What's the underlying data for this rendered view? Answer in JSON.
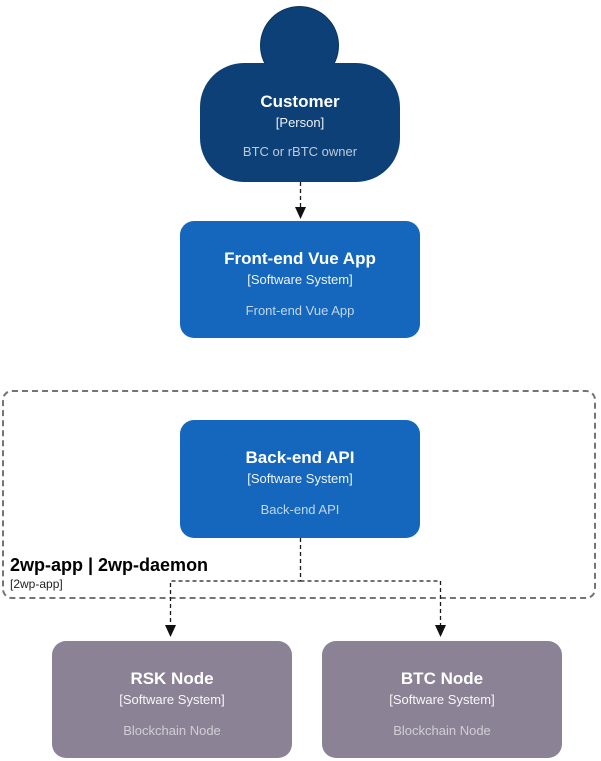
{
  "nodes": {
    "customer": {
      "title": "Customer",
      "meta": "[Person]",
      "description": "BTC or rBTC owner"
    },
    "frontend": {
      "title": "Front-end Vue App",
      "meta": "[Software System]",
      "description": "Front-end Vue App"
    },
    "backend": {
      "title": "Back-end API",
      "meta": "[Software System]",
      "description": "Back-end API"
    },
    "rsk_node": {
      "title": "RSK Node",
      "meta": "[Software System]",
      "description": "Blockchain Node"
    },
    "btc_node": {
      "title": "BTC Node",
      "meta": "[Software System]",
      "description": "Blockchain Node"
    }
  },
  "boundary": {
    "title": "2wp-app | 2wp-daemon",
    "meta": "[2wp-app]"
  },
  "edges": [
    {
      "from": "customer",
      "to": "frontend",
      "style": "dashed-arrow"
    },
    {
      "from": "backend",
      "to": "rsk_node",
      "style": "dashed-arrow"
    },
    {
      "from": "backend",
      "to": "btc_node",
      "style": "dashed-arrow"
    }
  ],
  "colors": {
    "person_fill": "#0c4076",
    "system_fill": "#1467bd",
    "external_system_fill": "#8b8395",
    "boundary_border": "#747474",
    "edge_stroke": "#1a1a1a",
    "title_text": "#ffffff",
    "background": "#ffffff"
  }
}
